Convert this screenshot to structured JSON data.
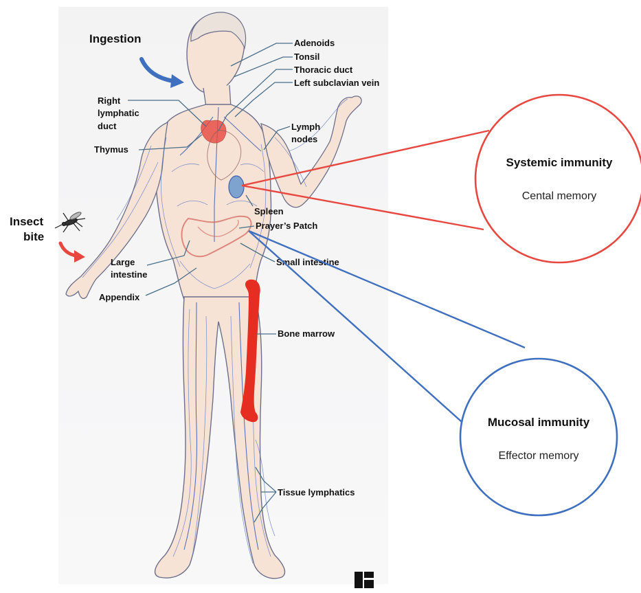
{
  "labels": {
    "ingestion": "Ingestion",
    "insect": "Insect",
    "bite": "bite",
    "adenoids": "Adenoids",
    "tonsil": "Tonsil",
    "thoracic_duct": "Thoracic duct",
    "left_subclavian_vein": "Left subclavian vein",
    "right": "Right",
    "lymphatic": "lymphatic",
    "duct": "duct",
    "thymus": "Thymus",
    "lymph": "Lymph",
    "nodes": "nodes",
    "spleen": "Spleen",
    "prayers_patch": "Prayer’s Patch",
    "large": "Large",
    "intestine": "intestine",
    "small_intestine": "Small intestine",
    "appendix": "Appendix",
    "bone_marrow": "Bone marrow",
    "tissue_lymphatics": "Tissue lymphatics"
  },
  "systemic": {
    "title": "Systemic immunity",
    "subtitle": "Cental memory",
    "color": "#e8473f"
  },
  "mucosal": {
    "title": "Mucosal immunity",
    "subtitle": "Effector memory",
    "color": "#3f6fbf"
  },
  "colors": {
    "skin": "#f6e3d6",
    "outline": "#6b6f8a",
    "lymph_vessel": "#3d5fb0",
    "marrow": "#e62d22",
    "ingestion_arrow": "#3f6fbf",
    "insect_arrow": "#e8473f",
    "leader": "#4a6f8a"
  }
}
